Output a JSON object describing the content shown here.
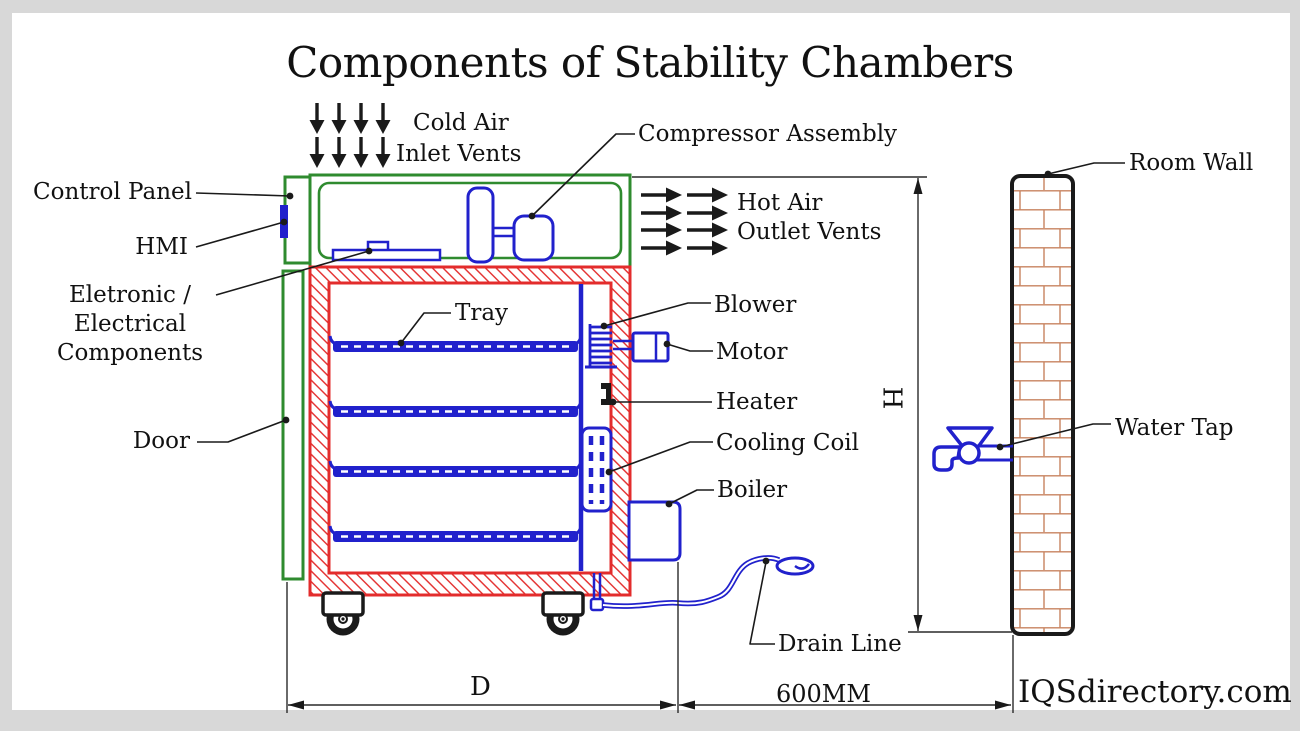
{
  "title": "Components of Stability Chambers",
  "watermark": "IQSdirectory.com",
  "labels": {
    "cold_air_1": "Cold Air",
    "cold_air_2": "Inlet Vents",
    "compressor": "Compressor Assembly",
    "control_panel": "Control Panel",
    "hmi": "HMI",
    "electronic_1": "Eletronic /",
    "electronic_2": "Electrical",
    "electronic_3": "Components",
    "door": "Door",
    "tray": "Tray",
    "hot_air_1": "Hot Air",
    "hot_air_2": "Outlet Vents",
    "blower": "Blower",
    "motor": "Motor",
    "heater": "Heater",
    "cooling_coil": "Cooling Coil",
    "boiler": "Boiler",
    "drain_line": "Drain Line",
    "room_wall": "Room Wall",
    "water_tap": "Water Tap"
  },
  "dimensions": {
    "height": "H",
    "depth": "D",
    "wall_gap": "600MM"
  },
  "arrows": {
    "cold_air_inlet": {
      "direction": "down",
      "count": 8
    },
    "hot_air_outlet": {
      "direction": "right",
      "count": 8
    }
  },
  "colors": {
    "cabinet_green": "#2f8b2f",
    "insulation_red": "#e32c2c",
    "component_blue": "#2121cc",
    "brick": "#c8835f",
    "line_black": "#1a1a1a",
    "background_gray": "#d8d8d8"
  }
}
